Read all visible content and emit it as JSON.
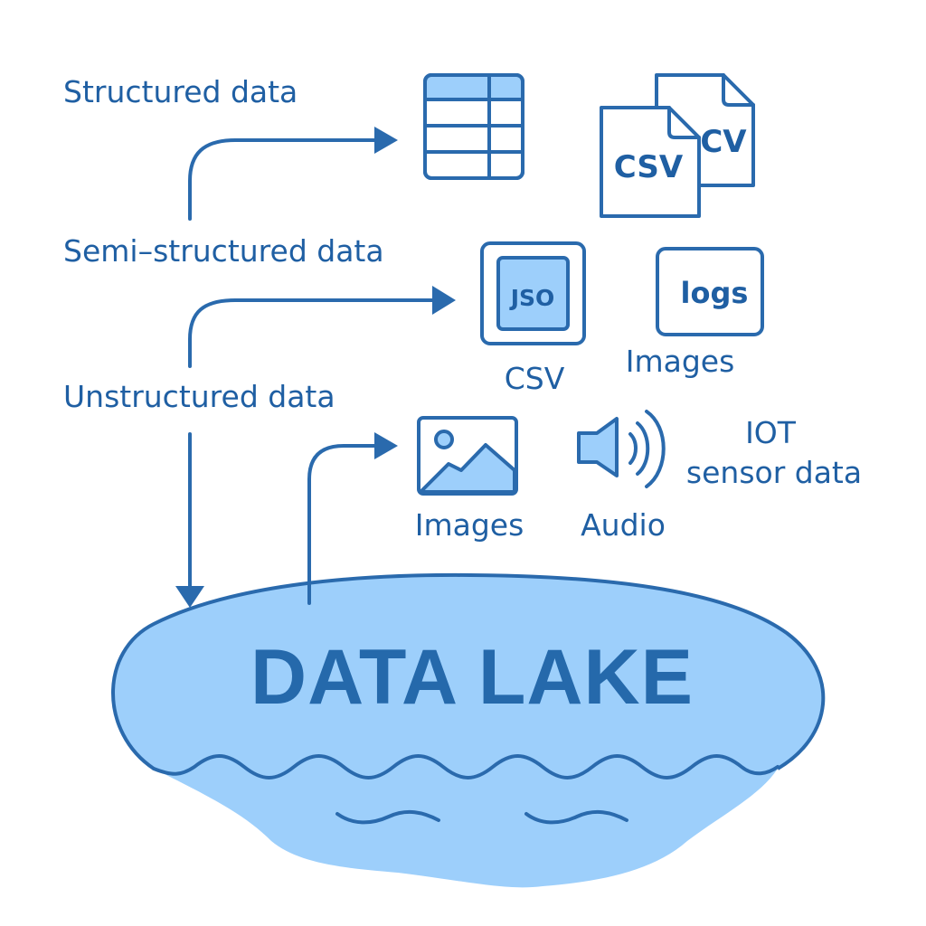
{
  "colors": {
    "primary": "#2a6aad",
    "text": "#1f5fa3",
    "light_fill": "#9dcffb",
    "background": "#ffffff"
  },
  "categories": {
    "structured": "Structured data",
    "semi_structured": "Semi–structured data",
    "unstructured": "Unstructured data"
  },
  "structured_icons": {
    "table": "table-icon",
    "file_front_label": "CSV",
    "file_back_label": "CV"
  },
  "semi_structured_icons": {
    "json_label": "JSO",
    "json_caption": "CSV",
    "logs_label": "logs",
    "logs_caption": "Images"
  },
  "unstructured_icons": {
    "images_caption": "Images",
    "audio_caption": "Audio",
    "iot_line1": "IOT",
    "iot_line2": "sensor data"
  },
  "lake": {
    "title": "DATA LAKE"
  }
}
